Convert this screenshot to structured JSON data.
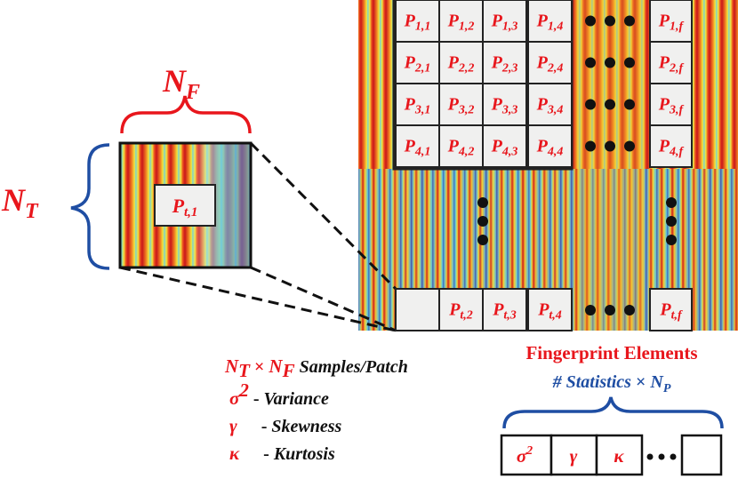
{
  "labels": {
    "nf_label": "N",
    "nf_sub": "F",
    "nt_label": "N",
    "nt_sub": "T",
    "zoom_patch": "P",
    "zoom_patch_sub": "t,1"
  },
  "grid": {
    "rows": [
      [
        [
          "P",
          "1,1"
        ],
        [
          "P",
          "1,2"
        ],
        [
          "P",
          "1,3"
        ],
        [
          "P",
          "1,4"
        ],
        [
          "P",
          "1,f"
        ]
      ],
      [
        [
          "P",
          "2,1"
        ],
        [
          "P",
          "2,2"
        ],
        [
          "P",
          "2,3"
        ],
        [
          "P",
          "2,4"
        ],
        [
          "P",
          "2,f"
        ]
      ],
      [
        [
          "P",
          "3,1"
        ],
        [
          "P",
          "3,2"
        ],
        [
          "P",
          "3,3"
        ],
        [
          "P",
          "3,4"
        ],
        [
          "P",
          "3,f"
        ]
      ],
      [
        [
          "P",
          "4,1"
        ],
        [
          "P",
          "4,2"
        ],
        [
          "P",
          "4,3"
        ],
        [
          "P",
          "4,4"
        ],
        [
          "P",
          "4,f"
        ]
      ]
    ],
    "last_row": [
      [
        "P",
        "t,2"
      ],
      [
        "P",
        "t,3"
      ],
      [
        "P",
        "t,4"
      ],
      [
        "P",
        "t,f"
      ]
    ]
  },
  "legend": {
    "samples": {
      "n1": "N",
      "s1": "T",
      "times": " × ",
      "n2": "N",
      "s2": "F",
      "text": " Samples/Patch"
    },
    "items": [
      {
        "symbol": "σ",
        "sup": "2",
        "dash": " - ",
        "label": "Variance"
      },
      {
        "symbol": "γ",
        "sup": "",
        "dash": " - ",
        "label": "Skewness"
      },
      {
        "symbol": "κ",
        "sup": "",
        "dash": " - ",
        "label": "Kurtosis"
      }
    ]
  },
  "fingerprint": {
    "title": "Fingerprint Elements",
    "sub_prefix": "# ",
    "sub_stat": "Statistics",
    "sub_times": " × ",
    "sub_n": "N",
    "sub_p": "P",
    "cells": [
      {
        "symbol": "σ",
        "sup": "2"
      },
      {
        "symbol": "γ",
        "sup": ""
      },
      {
        "symbol": "κ",
        "sup": ""
      }
    ],
    "ellipsis": "•••"
  },
  "colors": {
    "red": "#e8161c",
    "blue": "#1f4ea3",
    "heat_red": "#d91f1a",
    "heat_yellow": "#f2e63a",
    "heat_cyan": "#52c8e8",
    "heat_blue": "#1e3fa8"
  }
}
